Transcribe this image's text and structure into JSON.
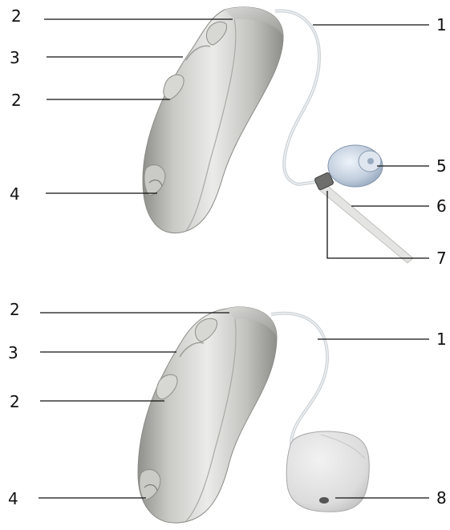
{
  "figures": [
    {
      "id": "device-with-dome",
      "callouts": [
        {
          "label": "2",
          "part": "push-button-top"
        },
        {
          "label": "3",
          "part": "microphone-openings"
        },
        {
          "label": "2",
          "part": "push-button-bottom"
        },
        {
          "label": "4",
          "part": "battery-door"
        },
        {
          "label": "1",
          "part": "sound-tube"
        },
        {
          "label": "5",
          "part": "dome"
        },
        {
          "label": "6",
          "part": "retention-line"
        },
        {
          "label": "7",
          "part": "receiver"
        }
      ]
    },
    {
      "id": "device-with-earmold",
      "callouts": [
        {
          "label": "2",
          "part": "push-button-top"
        },
        {
          "label": "3",
          "part": "microphone-openings"
        },
        {
          "label": "2",
          "part": "push-button-bottom"
        },
        {
          "label": "4",
          "part": "battery-door"
        },
        {
          "label": "1",
          "part": "sound-tube"
        },
        {
          "label": "8",
          "part": "custom-earmold"
        }
      ]
    }
  ],
  "colors": {
    "shell_light": "#e4e4e2",
    "shell_mid": "#c2c2bf",
    "shell_dark": "#8f8f8c",
    "tube": "#d9dde0",
    "dome": "#b9c8dc",
    "earmold": "#e2e2e2",
    "line": "#111111"
  }
}
